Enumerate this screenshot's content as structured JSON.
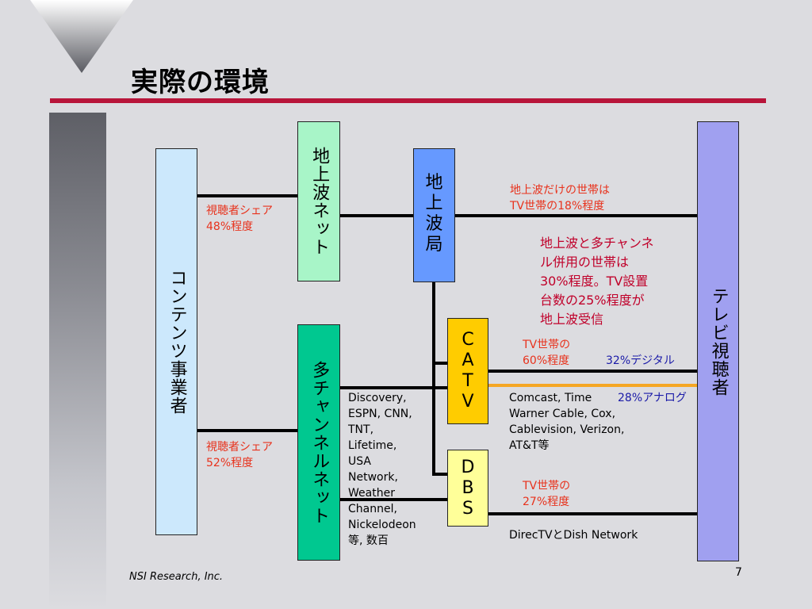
{
  "title": "実際の環境",
  "footer": "NSI Research, Inc.",
  "page_number": "7",
  "boxes": {
    "content_providers": "コンテンツ事業者",
    "terrestrial_net": "地上波ネット",
    "multichannel_net": "多チャンネルネット",
    "terrestrial_station": [
      "地",
      "上",
      "波",
      "局"
    ],
    "catv": [
      "C",
      "A",
      "T",
      "V"
    ],
    "dbs": [
      "D",
      "B",
      "S"
    ],
    "tv_viewers": "テレビ視聴者"
  },
  "notes": {
    "share_48": [
      "視聴者シェア",
      "48%程度"
    ],
    "share_52": [
      "視聴者シェア",
      "52%程度"
    ],
    "terrestrial_only": [
      "地上波だけの世帯は",
      "TV世帯の18%程度"
    ],
    "terrestrial_plus_multi": [
      "地上波と多チャンネ",
      "ル併用の世帯は",
      "30%程度。TV設置",
      "台数の25%程度が",
      "地上波受信"
    ],
    "catv_share": [
      "TV世帯の",
      "60%程度"
    ],
    "digital": "32%デジタル",
    "analog": "28%アナログ",
    "catv_operators": [
      "Comcast, Time",
      "Warner Cable, Cox,",
      "Cablevision, Verizon,",
      "AT&T等"
    ],
    "cable_networks": [
      "Discovery,",
      "ESPN, CNN,",
      "TNT,",
      "Lifetime,",
      "USA",
      "Network,",
      "Weather",
      "Channel,",
      "Nickelodeon",
      "等, 数百"
    ],
    "dbs_share": [
      "TV世帯の",
      "27%程度"
    ],
    "dbs_operators": "DirecTVとDish Network"
  },
  "colors": {
    "background": "#dcdce0",
    "accent_rule": "#b8153a",
    "content_box": "#cce8fc",
    "terrestrial_net_box": "#a8f5c8",
    "multichannel_box": "#00c890",
    "station_box": "#6699ff",
    "catv_box": "#ffcc00",
    "dbs_box": "#ffff99",
    "viewers_box": "#a0a0f0",
    "analog_line": "#f5a623",
    "note_red": "#e8321c",
    "note_darkred": "#c0002a",
    "note_blue": "#1a1aa8"
  }
}
